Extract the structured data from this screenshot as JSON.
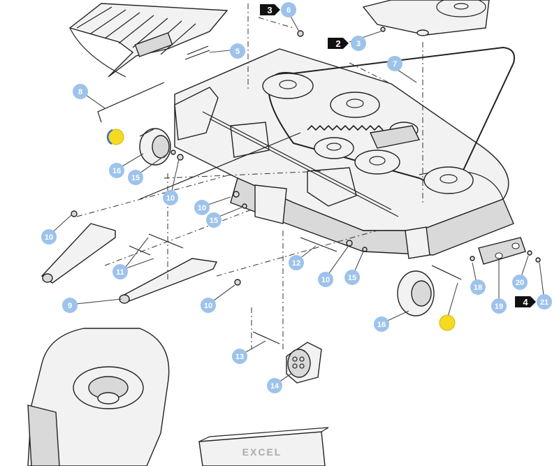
{
  "colors": {
    "callout_fill": "#9dc3eb",
    "callout_text": "#ffffff",
    "tag_fill": "#111111",
    "tag_text": "#ffffff",
    "marker_fill": "#f5da22"
  },
  "ref_tags": [
    {
      "id": "tag-3",
      "label": "3"
    },
    {
      "id": "tag-2",
      "label": "2"
    },
    {
      "id": "tag-4",
      "label": "4"
    }
  ],
  "callouts": [
    {
      "id": "c6",
      "label": "6"
    },
    {
      "id": "c3",
      "label": "3"
    },
    {
      "id": "c5",
      "label": "5"
    },
    {
      "id": "c7",
      "label": "7"
    },
    {
      "id": "c8",
      "label": "8"
    },
    {
      "id": "c16a",
      "label": "16"
    },
    {
      "id": "c15a",
      "label": "15"
    },
    {
      "id": "c10a",
      "label": "10"
    },
    {
      "id": "c10b",
      "label": "10"
    },
    {
      "id": "c15b",
      "label": "15"
    },
    {
      "id": "c10c",
      "label": "10"
    },
    {
      "id": "c11",
      "label": "11"
    },
    {
      "id": "c12",
      "label": "12"
    },
    {
      "id": "c10d",
      "label": "10"
    },
    {
      "id": "c15c",
      "label": "15"
    },
    {
      "id": "c18",
      "label": "18"
    },
    {
      "id": "c19",
      "label": "19"
    },
    {
      "id": "c20",
      "label": "20"
    },
    {
      "id": "c21",
      "label": "21"
    },
    {
      "id": "c9",
      "label": "9"
    },
    {
      "id": "c10e",
      "label": "10"
    },
    {
      "id": "c16b",
      "label": "16"
    },
    {
      "id": "c13",
      "label": "13"
    },
    {
      "id": "c14",
      "label": "14"
    }
  ],
  "logo": {
    "text": "EXCEL"
  }
}
